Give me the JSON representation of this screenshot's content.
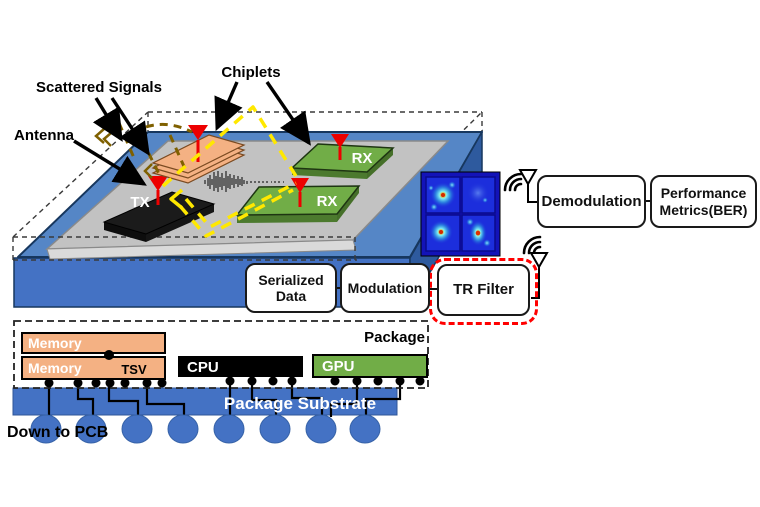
{
  "scene": {
    "labels": {
      "scattered_signals": "Scattered Signals",
      "antenna": "Antenna",
      "chiplets": "Chiplets"
    },
    "chips": {
      "tx": "TX",
      "rx_top": "RX",
      "rx_bottom": "RX"
    }
  },
  "pipeline": {
    "serialized": {
      "line1": "Serialized",
      "line2": "Data"
    },
    "modulation": "Modulation",
    "tr_filter": "TR Filter",
    "demodulation": "Demodulation",
    "performance": {
      "line1": "Performance",
      "line2": "Metrics(BER)"
    }
  },
  "package": {
    "label": "Package",
    "memory_top": "Memory",
    "memory_bottom": "Memory",
    "tsv": "TSV",
    "cpu": "CPU",
    "gpu": "GPU",
    "substrate": "Package Substrate",
    "down_to_pcb": "Down to PCB"
  },
  "colors": {
    "package_top_blue": "#5586C6",
    "package_front_blue": "#4472C4",
    "package_side_blue": "#2E5A9E",
    "interposer_gray": "#C2C2C2",
    "chip_orange": "#F4B183",
    "chip_green": "#71AD47",
    "chip_black": "#1b1b1b",
    "antenna_red": "#ED0000",
    "signal_yellow": "#FFE800",
    "scatter_olive": "#7F6000",
    "highlight_red": "#FF0000",
    "substrate_blue": "#4472C4",
    "heatmap_blue": "#1C2EDC"
  }
}
